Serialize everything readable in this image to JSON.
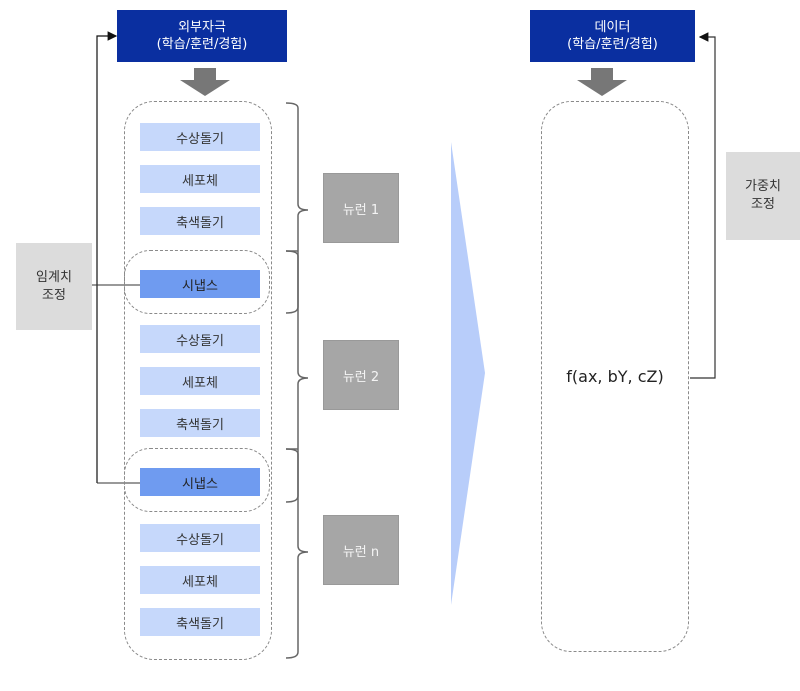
{
  "left_header": {
    "line1": "외부자극",
    "line2": "(학습/훈련/경험)"
  },
  "right_header": {
    "line1": "데이터",
    "line2": "(학습/훈련/경험)"
  },
  "threshold_box": {
    "line1": "임계치",
    "line2": "조정"
  },
  "weight_box": {
    "line1": "가중치",
    "line2": "조정"
  },
  "groups": [
    {
      "items": [
        "수상돌기",
        "세포체",
        "축색돌기"
      ],
      "neuron": "뉴런 1"
    },
    {
      "items": [
        "수상돌기",
        "세포체",
        "축색돌기"
      ],
      "neuron": "뉴런 2"
    },
    {
      "items": [
        "수상돌기",
        "세포체",
        "축색돌기"
      ],
      "neuron": "뉴런 n"
    }
  ],
  "synapses": [
    "시냅스",
    "시냅스"
  ],
  "function_label": "f(ax, bY, cZ)",
  "colors": {
    "header_blue": "#0a2fa0",
    "item_light_blue": "#c6d8fb",
    "synapse_blue": "#6f9bf0",
    "neuron_grey": "#a6a6a6",
    "adjust_grey": "#dcdcdc",
    "big_arrow": "#b8cdfa"
  }
}
